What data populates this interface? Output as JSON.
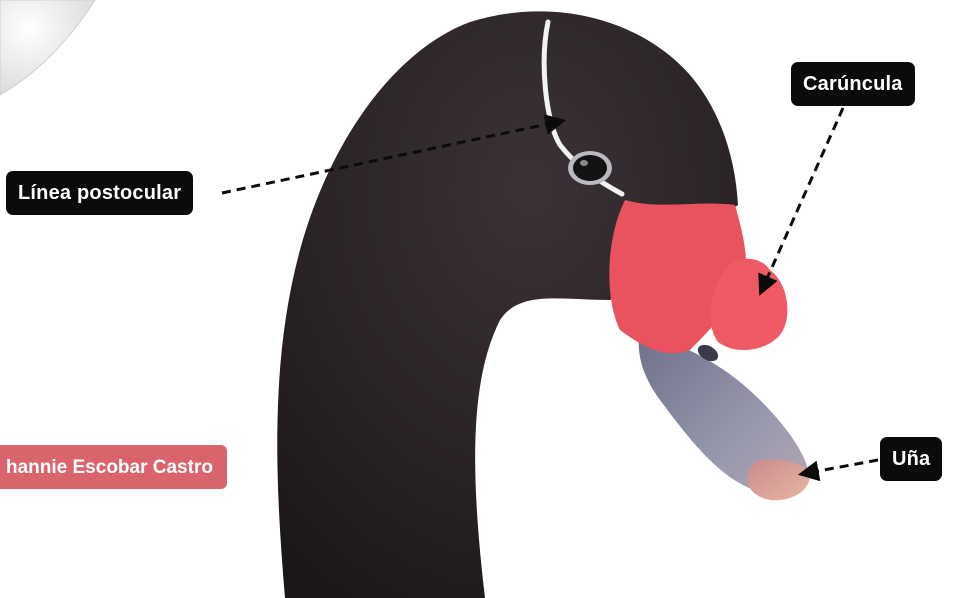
{
  "labels": {
    "postocular": "Línea postocular",
    "caruncle": "Carúncula",
    "nail": "Uña"
  },
  "credit": "hannie Escobar Castro",
  "colors": {
    "plumage": "#2a2326",
    "caruncle": "#e9535f",
    "bill": "#8b8ea3",
    "nail": "#d9a197",
    "label_bg": "#0b0b0b",
    "credit_bg": "#d9646c"
  },
  "icons": {
    "subject": "black-swan-head-illustration"
  }
}
